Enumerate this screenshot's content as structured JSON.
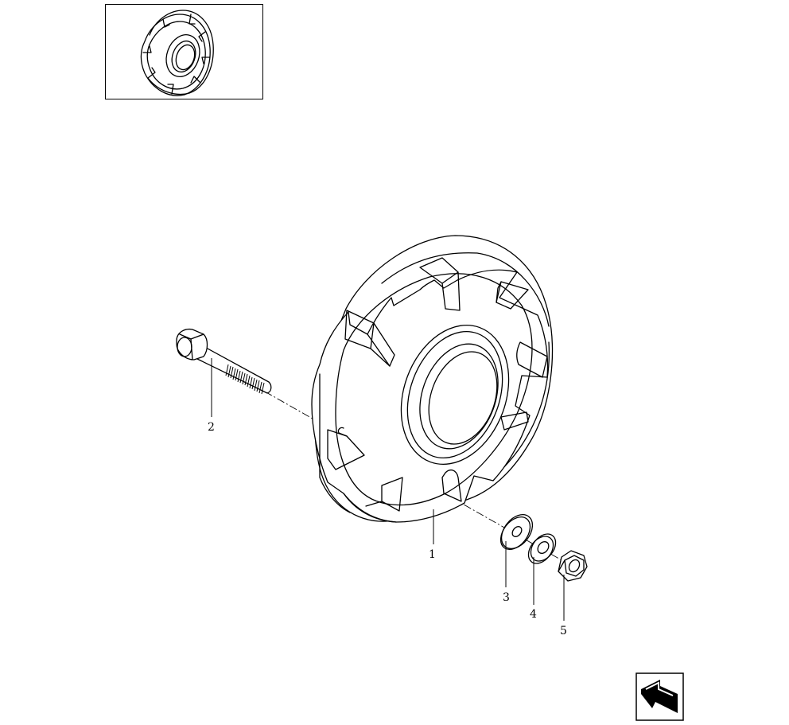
{
  "thumbnail": {
    "icon": "wheel-weight-thumbnail-icon"
  },
  "callouts": [
    {
      "id": "1",
      "label": "1"
    },
    {
      "id": "2",
      "label": "2"
    },
    {
      "id": "3",
      "label": "3"
    },
    {
      "id": "4",
      "label": "4"
    },
    {
      "id": "5",
      "label": "5"
    }
  ],
  "nav": {
    "icon": "next-page-arrow-icon"
  }
}
